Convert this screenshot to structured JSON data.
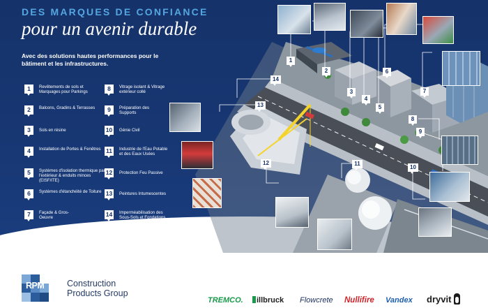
{
  "header": {
    "kicker": "DES MARQUES DE CONFIANCE",
    "title": "pour un avenir durable",
    "intro": "Avec des solutions hautes performances pour le bâtiment et les infrastructures."
  },
  "legend": {
    "left": [
      {
        "n": "1",
        "label": "Revêtements de sols et Marquages pour Parkings"
      },
      {
        "n": "2",
        "label": "Balcons, Gradins & Terrasses"
      },
      {
        "n": "3",
        "label": "Sols en résine"
      },
      {
        "n": "4",
        "label": "Installation de Portes & Fenêtres"
      },
      {
        "n": "5",
        "label": "Systèmes d'isolation thermique par l'extérieur & enduits minces (EISF/ITE)"
      },
      {
        "n": "6",
        "label": "Systèmes d'étanchéité de Toiture"
      },
      {
        "n": "7",
        "label": "Façade & Gros-Oeuvre"
      }
    ],
    "right": [
      {
        "n": "8",
        "label": "Vitrage isolant & Vitrage extérieur collé"
      },
      {
        "n": "9",
        "label": "Préparation des Supports"
      },
      {
        "n": "10",
        "label": "Génie Civil"
      },
      {
        "n": "11",
        "label": "Industrie de l'Eau Potable et des Eaux Usées"
      },
      {
        "n": "12",
        "label": "Protection Feu Passive"
      },
      {
        "n": "13",
        "label": "Peintures Intumescentes"
      },
      {
        "n": "14",
        "label": "Imperméabilisation des Sous-Sols et Fondations"
      }
    ]
  },
  "map_markers": [
    {
      "n": "1"
    },
    {
      "n": "2"
    },
    {
      "n": "3"
    },
    {
      "n": "4"
    },
    {
      "n": "5"
    },
    {
      "n": "6"
    },
    {
      "n": "7"
    },
    {
      "n": "8"
    },
    {
      "n": "9"
    },
    {
      "n": "10"
    },
    {
      "n": "11"
    },
    {
      "n": "12"
    },
    {
      "n": "13"
    },
    {
      "n": "14"
    }
  ],
  "footer": {
    "logo_text": "RPM",
    "company_line1": "Construction",
    "company_line2": "Products Group",
    "brands": [
      "TREMCO.",
      "illbruck",
      "Flowcrete",
      "Nullifire",
      "Vandex",
      "dryvit"
    ]
  },
  "colors": {
    "navy": "#16326a",
    "accent_blue": "#54a6e0",
    "tremco_green": "#1a9a4a",
    "nullifire_red": "#d3232a",
    "vandex_blue": "#1d5fb0"
  }
}
